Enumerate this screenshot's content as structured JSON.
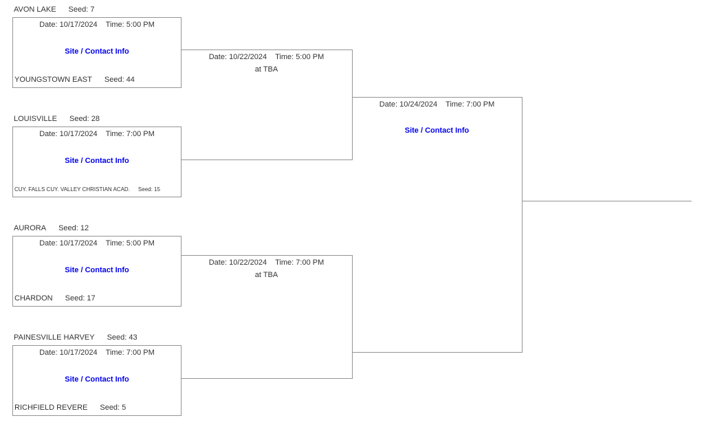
{
  "colors": {
    "line_gray": "#949494",
    "text": "#333333",
    "link_blue": "#0000ee"
  },
  "round1": [
    {
      "team1": "AVON LAKE",
      "seed1": "Seed: 7",
      "date": "Date: 10/17/2024",
      "time": "Time: 5:00 PM",
      "site": "Site / Contact Info",
      "team2": "YOUNGSTOWN EAST",
      "seed2": "Seed: 44"
    },
    {
      "team1": "LOUISVILLE",
      "seed1": "Seed: 28",
      "date": "Date: 10/17/2024",
      "time": "Time: 7:00 PM",
      "site": "Site / Contact Info",
      "team2": "CUY. FALLS CUY. VALLEY CHRISTIAN ACAD.",
      "seed2": "Seed: 15"
    },
    {
      "team1": "AURORA",
      "seed1": "Seed: 12",
      "date": "Date: 10/17/2024",
      "time": "Time: 5:00 PM",
      "site": "Site / Contact Info",
      "team2": "CHARDON",
      "seed2": "Seed: 17"
    },
    {
      "team1": "PAINESVILLE HARVEY",
      "seed1": "Seed: 43",
      "date": "Date: 10/17/2024",
      "time": "Time: 7:00 PM",
      "site": "Site / Contact Info",
      "team2": "RICHFIELD REVERE",
      "seed2": "Seed: 5"
    }
  ],
  "round2": [
    {
      "date": "Date: 10/22/2024",
      "time": "Time: 5:00 PM",
      "venue": "at TBA"
    },
    {
      "date": "Date: 10/22/2024",
      "time": "Time: 7:00 PM",
      "venue": "at TBA"
    }
  ],
  "final": {
    "date": "Date: 10/24/2024",
    "time": "Time: 7:00 PM",
    "site": "Site / Contact Info"
  }
}
